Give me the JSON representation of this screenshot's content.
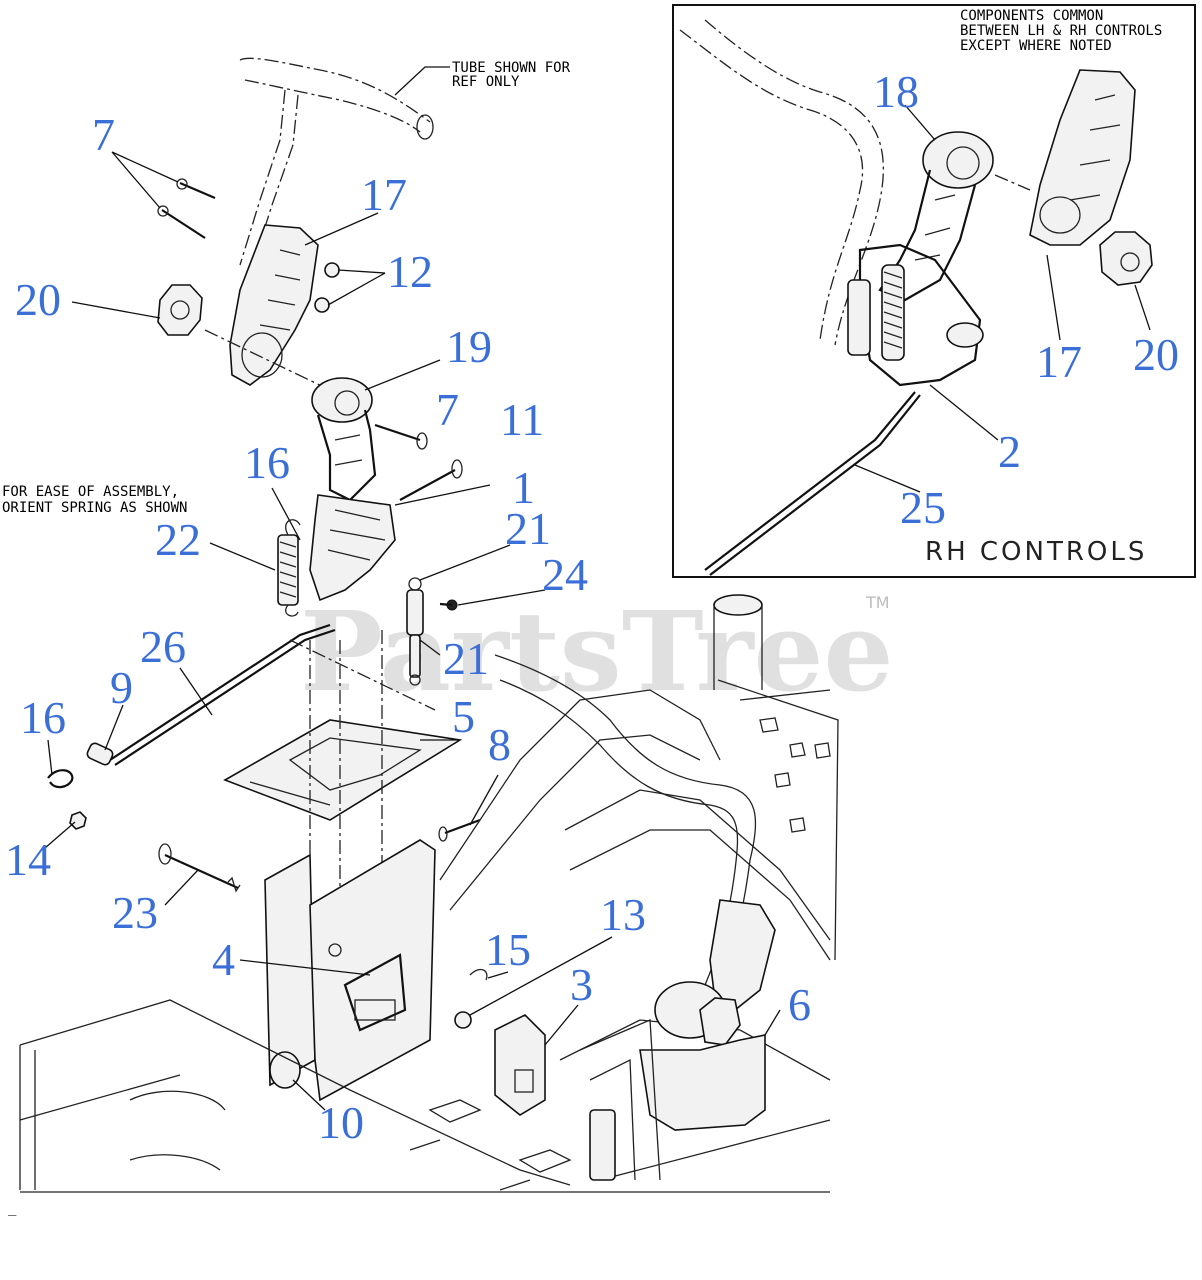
{
  "notes": {
    "tube_note_line1": "TUBE SHOWN FOR",
    "tube_note_line2": "REF ONLY",
    "assembly_note_line1": "FOR EASE OF ASSEMBLY,",
    "assembly_note_line2": "ORIENT SPRING AS SHOWN",
    "inset_note_line1": "COMPONENTS COMMON",
    "inset_note_line2": "BETWEEN LH & RH CONTROLS",
    "inset_note_line3": "EXCEPT WHERE NOTED"
  },
  "inset_title": "RH CONTROLS",
  "watermark": "PartsTree",
  "trademark": "TM",
  "footer_mark": "_",
  "callouts": {
    "c7a": "7",
    "c17a": "17",
    "c12": "12",
    "c20a": "20",
    "c19": "19",
    "c7b": "7",
    "c11": "11",
    "c16a": "16",
    "c1": "1",
    "c22": "22",
    "c21a": "21",
    "c24": "24",
    "c21b": "21",
    "c26": "26",
    "c9": "9",
    "c16b": "16",
    "c5": "5",
    "c8": "8",
    "c14": "14",
    "c23": "23",
    "c13": "13",
    "c15": "15",
    "c4": "4",
    "c3": "3",
    "c6": "6",
    "c10": "10",
    "c18": "18",
    "c17b": "17",
    "c20b": "20",
    "c2": "2",
    "c25": "25"
  },
  "colors": {
    "callout": "#3b6fd8",
    "line": "#111111",
    "watermark": "#c8c8c8"
  }
}
